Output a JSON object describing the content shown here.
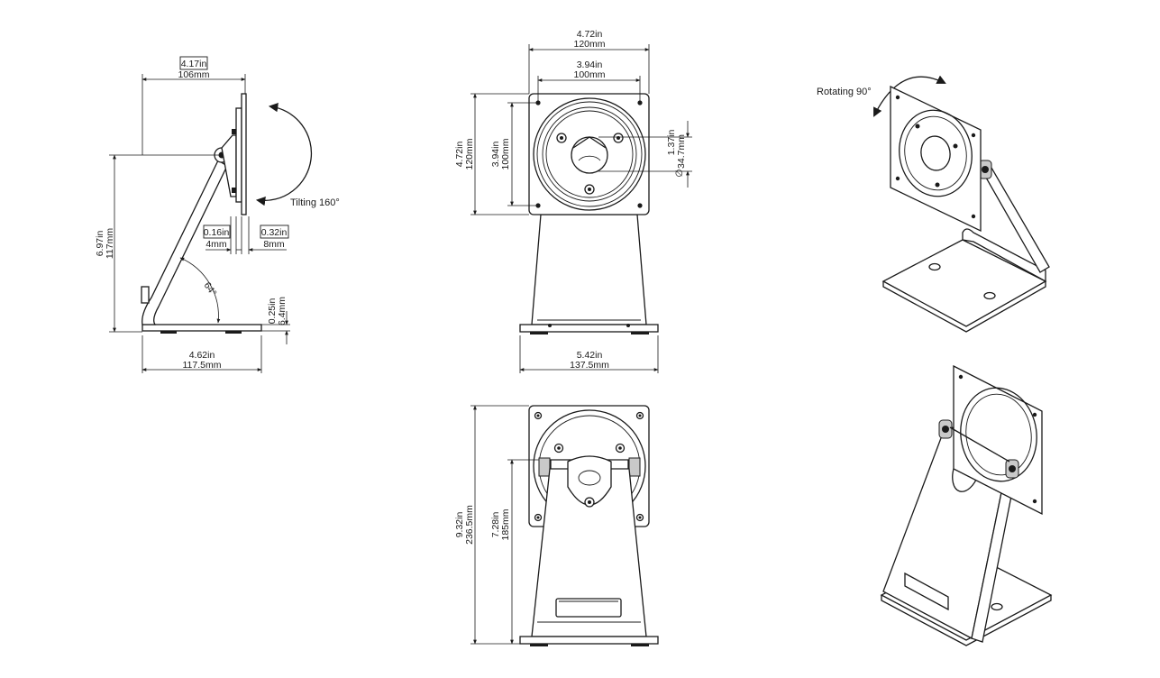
{
  "side_view": {
    "top_width_in": "4.17in",
    "top_width_mm": "106mm",
    "height_in": "6.97in",
    "height_mm": "117mm",
    "tilt_label": "Tilting 160°",
    "gap1_in": "0.16in",
    "gap1_mm": "4mm",
    "gap2_in": "0.32in",
    "gap2_mm": "8mm",
    "angle_label": "64°",
    "base_thick_in": "0.25in",
    "base_thick_mm": "6.4mm",
    "base_width_in": "4.62in",
    "base_width_mm": "117.5mm"
  },
  "front_view": {
    "plate_width_in": "4.72in",
    "plate_width_mm": "120mm",
    "vesa_width_in": "3.94in",
    "vesa_width_mm": "100mm",
    "plate_height_in": "4.72in",
    "plate_height_mm": "120mm",
    "vesa_height_in": "3.94in",
    "vesa_height_mm": "100mm",
    "hole_in": "1.37in",
    "hole_mm": "34.7mm",
    "hole_symbol": "∅",
    "base_width_in": "5.42in",
    "base_width_mm": "137.5mm"
  },
  "rear_view": {
    "total_height_in": "9.32in",
    "total_height_mm": "236.5mm",
    "pivot_height_in": "7.28in",
    "pivot_height_mm": "185mm"
  },
  "iso_view": {
    "rotate_label": "Rotating 90°"
  }
}
